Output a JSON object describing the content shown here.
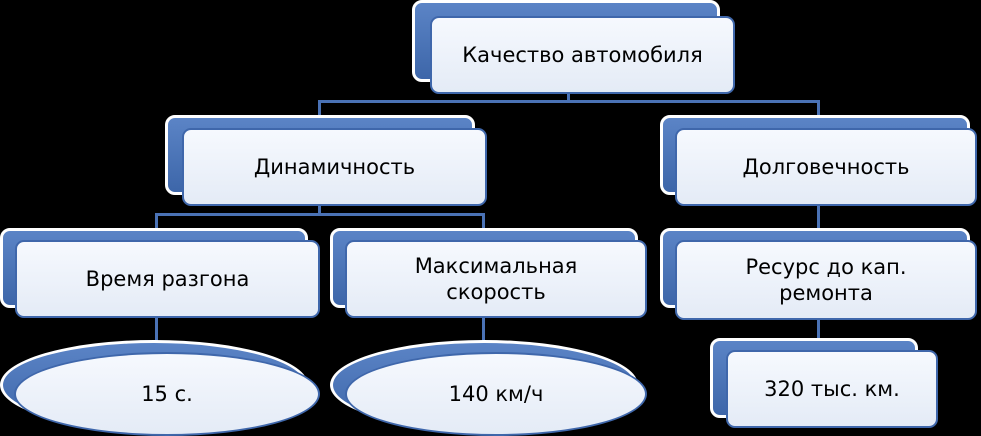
{
  "diagram": {
    "root": "Качество автомобиля",
    "dynamics": "Динамичность",
    "durability": "Долговечность",
    "acceleration": "Время разгона",
    "max_speed": "Максимальная скорость",
    "resource": "Ресурс до кап. ремонта",
    "acceleration_value": "15 с.",
    "max_speed_value": "140 км/ч",
    "resource_value": "320 тыс. км."
  },
  "colors": {
    "accent": "#4a72b5",
    "box_fill": "#eef3fb",
    "border": "#3f67ab",
    "background": "#000000"
  }
}
